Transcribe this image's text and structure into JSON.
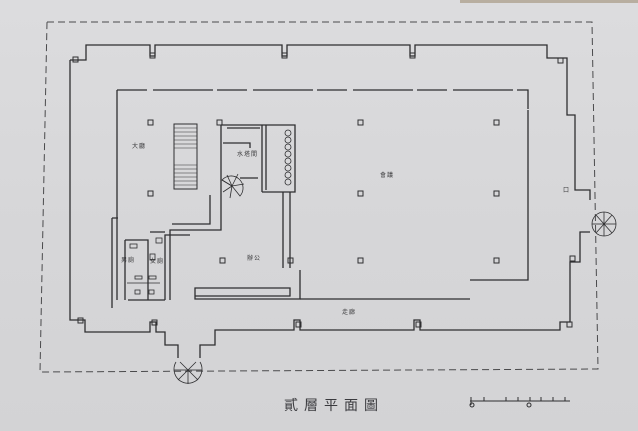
{
  "drawing": {
    "title": "貳層平面圖",
    "title_translation": "Second Floor Plan",
    "rooms": {
      "north_west": "大廳",
      "storage": "水塔間",
      "main_hall": "會議",
      "toilet_left": "男廁",
      "toilet_right": "女廁",
      "office": "辦公",
      "corridor": "走廊"
    },
    "scale_bar": {
      "ticks": 8,
      "circle_markers": 2
    },
    "colors": {
      "paper": "#d9d9da",
      "ink": "#2e2e30",
      "dashed_boundary": "#4a4a4c"
    }
  }
}
